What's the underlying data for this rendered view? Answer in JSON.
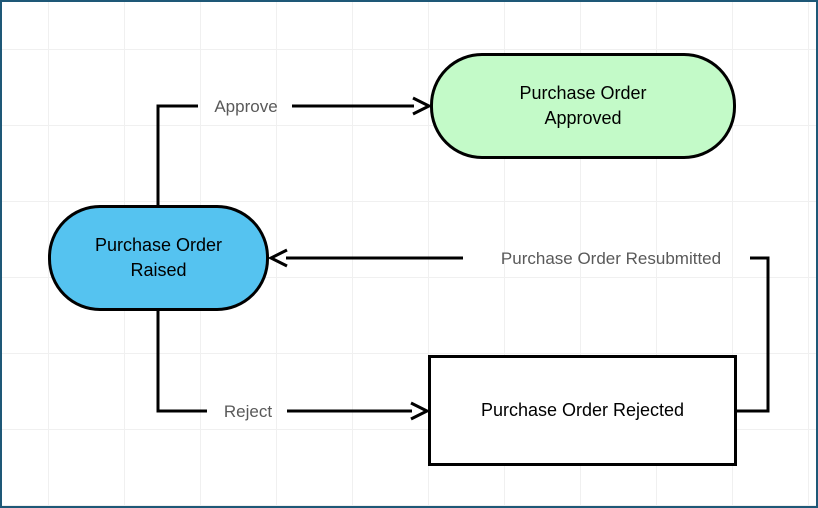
{
  "canvas": {
    "frame_border_color": "#1E5877",
    "grid_color": "#F0F0F0",
    "background": "#FFFFFF",
    "line_color": "#000000",
    "edge_label_color": "#595959"
  },
  "nodes": {
    "raised": {
      "line1": "Purchase Order",
      "line2": "Raised",
      "fill": "#55C3F0",
      "shape": "stadium"
    },
    "approved": {
      "line1": "Purchase Order",
      "line2": "Approved",
      "fill": "#C3FAC8",
      "shape": "stadium"
    },
    "rejected": {
      "label": "Purchase Order Rejected",
      "fill": "#FFFFFF",
      "shape": "rectangle"
    }
  },
  "edges": {
    "approve": {
      "label": "Approve",
      "from": "raised",
      "to": "approved"
    },
    "reject": {
      "label": "Reject",
      "from": "raised",
      "to": "rejected"
    },
    "resubmit": {
      "label": "Purchase Order Resubmitted",
      "from": "rejected",
      "to": "raised"
    }
  }
}
